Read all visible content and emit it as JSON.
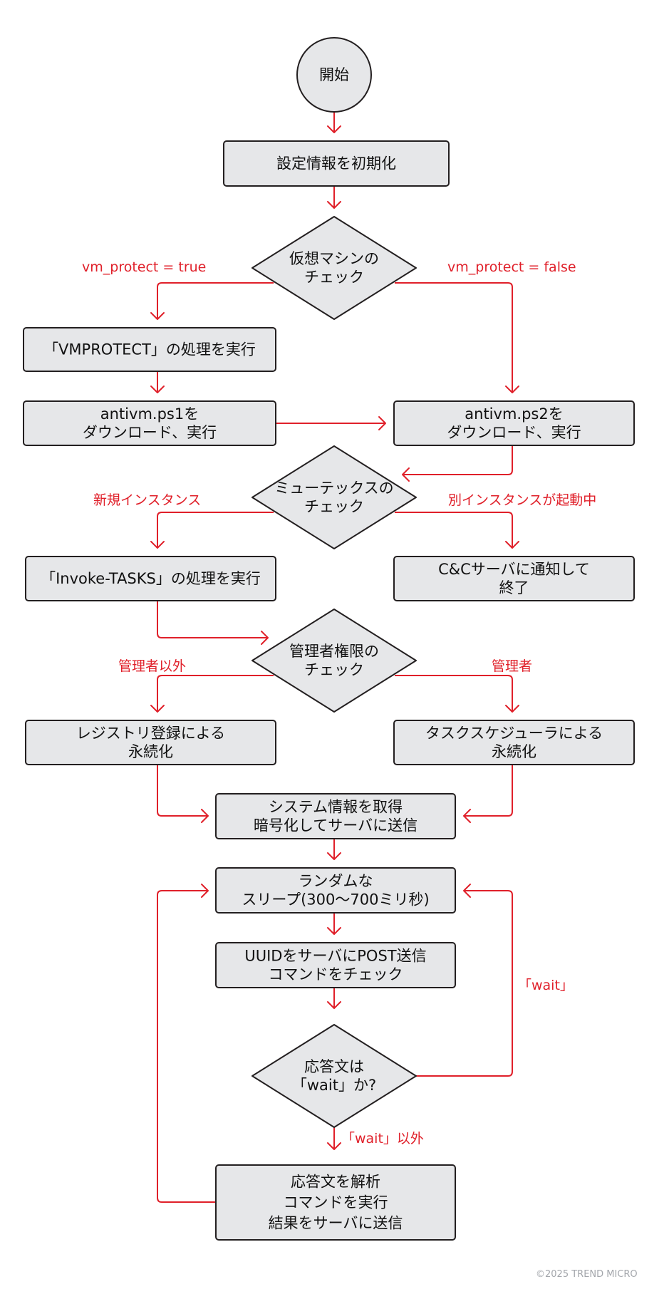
{
  "diagram": {
    "type": "flowchart",
    "colors": {
      "node_fill": "#e6e7e9",
      "node_stroke": "#231f20",
      "edge": "#e0202a",
      "edge_label": "#e0202a",
      "text": "#111111",
      "copyright": "#a3a6ab"
    },
    "nodes": [
      {
        "id": "start",
        "shape": "circle",
        "lines": [
          "開始"
        ]
      },
      {
        "id": "init-config",
        "shape": "rect",
        "lines": [
          "設定情報を初期化"
        ]
      },
      {
        "id": "vm-check",
        "shape": "diamond",
        "lines": [
          "仮想マシンの",
          "チェック"
        ]
      },
      {
        "id": "vmprotect",
        "shape": "rect",
        "lines": [
          "「VMPROTECT」の処理を実行"
        ]
      },
      {
        "id": "antivm-ps1",
        "shape": "rect",
        "lines": [
          "antivm.ps1を",
          "ダウンロード、実行"
        ]
      },
      {
        "id": "antivm-ps2",
        "shape": "rect",
        "lines": [
          "antivm.ps2を",
          "ダウンロード、実行"
        ]
      },
      {
        "id": "mutex-check",
        "shape": "diamond",
        "lines": [
          "ミューテックスの",
          "チェック"
        ]
      },
      {
        "id": "invoke-tasks",
        "shape": "rect",
        "lines": [
          "「Invoke-TASKS」の処理を実行"
        ]
      },
      {
        "id": "notify-exit",
        "shape": "rect",
        "lines": [
          "C&Cサーバに通知して",
          "終了"
        ]
      },
      {
        "id": "admin-check",
        "shape": "diamond",
        "lines": [
          "管理者権限の",
          "チェック"
        ]
      },
      {
        "id": "registry-persist",
        "shape": "rect",
        "lines": [
          "レジストリ登録による",
          "永続化"
        ]
      },
      {
        "id": "task-persist",
        "shape": "rect",
        "lines": [
          "タスクスケジューラによる",
          "永続化"
        ]
      },
      {
        "id": "sysinfo-send",
        "shape": "rect",
        "lines": [
          "システム情報を取得",
          "暗号化してサーバに送信"
        ]
      },
      {
        "id": "random-sleep",
        "shape": "rect",
        "lines": [
          "ランダムな",
          "スリープ(300〜700ミリ秒)"
        ]
      },
      {
        "id": "uuid-post",
        "shape": "rect",
        "lines": [
          "UUIDをサーバにPOST送信",
          "コマンドをチェック"
        ]
      },
      {
        "id": "wait-check",
        "shape": "diamond",
        "lines": [
          "応答文は",
          "「wait」か?"
        ]
      },
      {
        "id": "execute-command",
        "shape": "rect",
        "lines": [
          "応答文を解析",
          "コマンドを実行",
          "結果をサーバに送信"
        ]
      }
    ],
    "edges": [
      {
        "from": "start",
        "to": "init-config",
        "label": ""
      },
      {
        "from": "init-config",
        "to": "vm-check",
        "label": ""
      },
      {
        "from": "vm-check",
        "to": "vmprotect",
        "label": "vm_protect = true"
      },
      {
        "from": "vm-check",
        "to": "antivm-ps2",
        "label": "vm_protect = false"
      },
      {
        "from": "vmprotect",
        "to": "antivm-ps1",
        "label": ""
      },
      {
        "from": "antivm-ps1",
        "to": "antivm-ps2",
        "label": ""
      },
      {
        "from": "antivm-ps2",
        "to": "mutex-check",
        "label": ""
      },
      {
        "from": "mutex-check",
        "to": "invoke-tasks",
        "label": "新規インスタンス"
      },
      {
        "from": "mutex-check",
        "to": "notify-exit",
        "label": "別インスタンスが起動中"
      },
      {
        "from": "invoke-tasks",
        "to": "admin-check",
        "label": ""
      },
      {
        "from": "admin-check",
        "to": "registry-persist",
        "label": "管理者以外"
      },
      {
        "from": "admin-check",
        "to": "task-persist",
        "label": "管理者"
      },
      {
        "from": "registry-persist",
        "to": "sysinfo-send",
        "label": ""
      },
      {
        "from": "task-persist",
        "to": "sysinfo-send",
        "label": ""
      },
      {
        "from": "sysinfo-send",
        "to": "random-sleep",
        "label": ""
      },
      {
        "from": "random-sleep",
        "to": "uuid-post",
        "label": ""
      },
      {
        "from": "uuid-post",
        "to": "wait-check",
        "label": ""
      },
      {
        "from": "wait-check",
        "to": "random-sleep",
        "label": "「wait」"
      },
      {
        "from": "wait-check",
        "to": "execute-command",
        "label": "「wait」以外"
      },
      {
        "from": "execute-command",
        "to": "random-sleep",
        "label": ""
      }
    ]
  },
  "copyright": "©2025 TREND MICRO"
}
